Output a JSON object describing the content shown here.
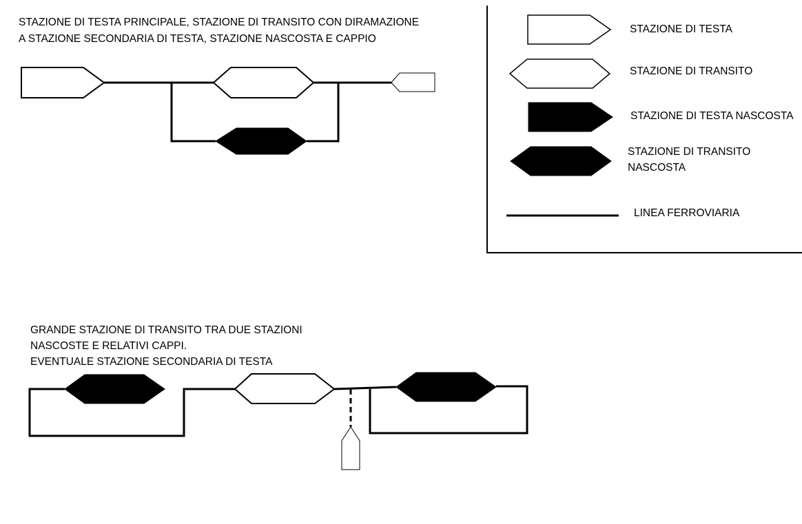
{
  "top_caption": [
    "STAZIONE DI TESTA PRINCIPALE, STAZIONE DI TRANSITO CON DIRAMAZIONE",
    "A STAZIONE SECONDARIA DI TESTA, STAZIONE NASCOSTA E CAPPIO"
  ],
  "bottom_caption": [
    "GRANDE STAZIONE DI TRANSITO TRA DUE STAZIONI",
    "NASCOSTE E RELATIVI CAPPI.",
    "EVENTUALE STAZIONE SECONDARIA DI TESTA"
  ],
  "legend": {
    "terminal": "STAZIONE DI TESTA",
    "transit": "STAZIONE DI TRANSITO",
    "hidden_terminal": "STAZIONE DI TESTA NASCOSTA",
    "hidden_transit": [
      "STAZIONE DI TRANSITO",
      "NASCOSTA"
    ],
    "line": "LINEA FERROVIARIA"
  },
  "colors": {
    "stroke": "#000000",
    "fill_hidden": "#000000",
    "fill_visible": "#ffffff"
  }
}
